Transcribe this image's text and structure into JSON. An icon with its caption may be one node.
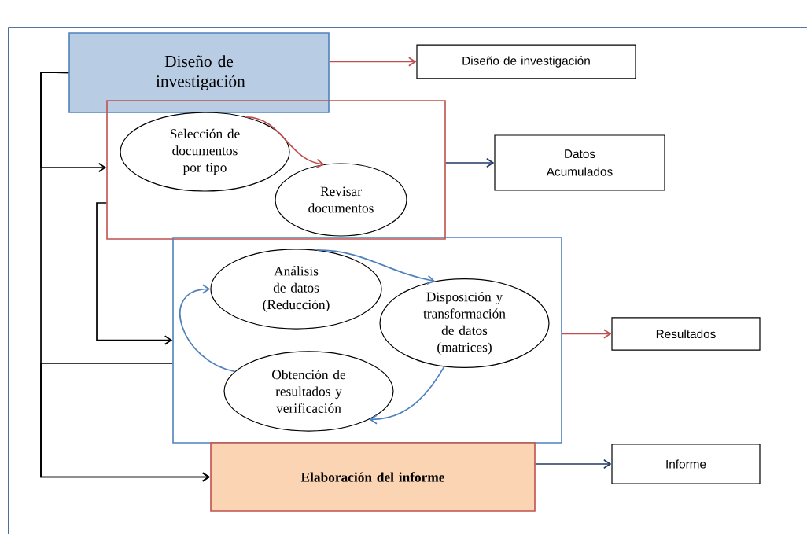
{
  "diagram": {
    "nodes": [
      {
        "text": [
          "Diseño de investigación"
        ]
      },
      {
        "text": [],
        "shape": "box"
      },
      {
        "text": [
          "Selección de documentos por tipo"
        ],
        "in": 1
      },
      {
        "text": [
          "Revisar documentos"
        ],
        "in": 1
      },
      {
        "text": [],
        "shape": "box"
      },
      {
        "text": [
          "Análisis de datos (Reducción)"
        ],
        "in": 4
      },
      {
        "text": [
          "Disposición y transformación de datos (matrices)"
        ],
        "in": 4
      },
      {
        "text": [
          "Obtención de resultados y verificación"
        ],
        "in": 4
      },
      {
        "text": [
          "Elaboración del informe"
        ]
      },
      {
        "text": [
          "Diseño de investigación"
        ]
      },
      {
        "text": [
          "Datos Acumulados"
        ]
      },
      {
        "text": [
          "Resultados"
        ]
      },
      {
        "text": [
          "Informe"
        ]
      }
    ],
    "edges": [
      {
        "from": 0,
        "to": 9,
        "arrow": "to",
        "color": "#c0504d"
      },
      {
        "from": 1,
        "to": 10,
        "arrow": "to",
        "color": "#1f3864"
      },
      {
        "from": 4,
        "to": 11,
        "arrow": "to",
        "color": "#c0504d"
      },
      {
        "from": 8,
        "to": 12,
        "arrow": "to",
        "color": "#1f3864"
      },
      {
        "from": 2,
        "to": 3,
        "arrow": "to",
        "color": "#c0504d"
      },
      {
        "from": 5,
        "to": 6,
        "arrow": "to",
        "color": "#4f81bd"
      },
      {
        "from": 6,
        "to": 7,
        "arrow": "to",
        "color": "#4f81bd"
      },
      {
        "from": 7,
        "to": 5,
        "arrow": "to",
        "color": "#4f81bd"
      },
      {
        "from": 0,
        "to": 1,
        "arrow": "to"
      },
      {
        "from": 0,
        "to": 8,
        "arrow": "to"
      },
      {
        "from": 1,
        "to": 4,
        "arrow": "to"
      },
      {
        "from": 4,
        "to": 8,
        "arrow": "to"
      }
    ]
  }
}
